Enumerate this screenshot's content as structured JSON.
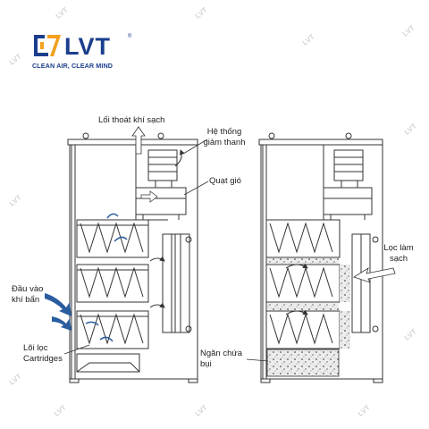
{
  "brand": {
    "name": "LVT",
    "registered": "®",
    "tagline": "CLEAN AIR, CLEAR MIND",
    "color_primary": "#1b3e8c",
    "color_accent": "#f2a01e"
  },
  "labels": {
    "clean_air_outlet": "Lối thoát khí sạch",
    "sound_system_line1": "Hệ thống",
    "sound_system_line2": "giảm thanh",
    "fan": "Quạt gió",
    "dirty_air_inlet_line1": "Đầu vào",
    "dirty_air_inlet_line2": "khí bẩn",
    "cartridge_line1": "Lõi lọc",
    "cartridge_line2": "Cartridges",
    "clean_filter_line1": "Lọc làm",
    "clean_filter_line2": "sạch",
    "dust_bin_line1": "Ngăn chứa",
    "dust_bin_line2": "bụi"
  },
  "watermark": "LVT",
  "colors": {
    "line": "#333333",
    "air_arrow": "#2a5d9f",
    "label_text": "#222222"
  }
}
